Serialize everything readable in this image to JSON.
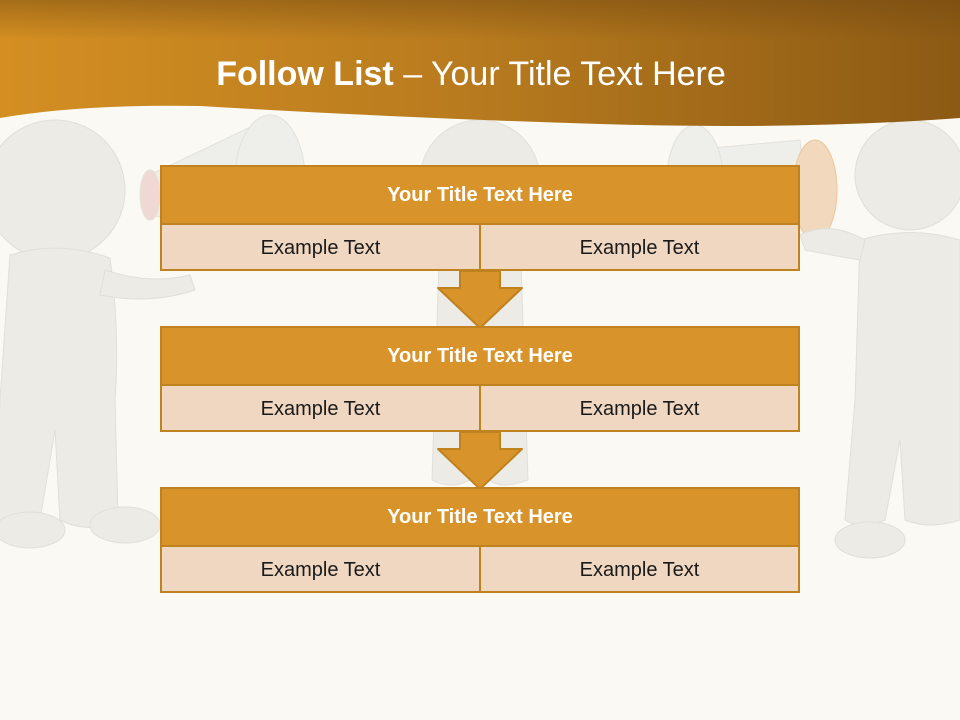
{
  "slide": {
    "title_bold": "Follow List",
    "title_rest": "– Your Title Text Here"
  },
  "colors": {
    "accent": "#d8942a",
    "accent_dark": "#c0811f",
    "banner": "#b0701c",
    "cell_fill": "#efd7c1"
  },
  "blocks": [
    {
      "title": "Your Title Text Here",
      "left": "Example Text",
      "right": "Example Text"
    },
    {
      "title": "Your Title Text Here",
      "left": "Example Text",
      "right": "Example Text"
    },
    {
      "title": "Your Title Text Here",
      "left": "Example Text",
      "right": "Example Text"
    }
  ]
}
